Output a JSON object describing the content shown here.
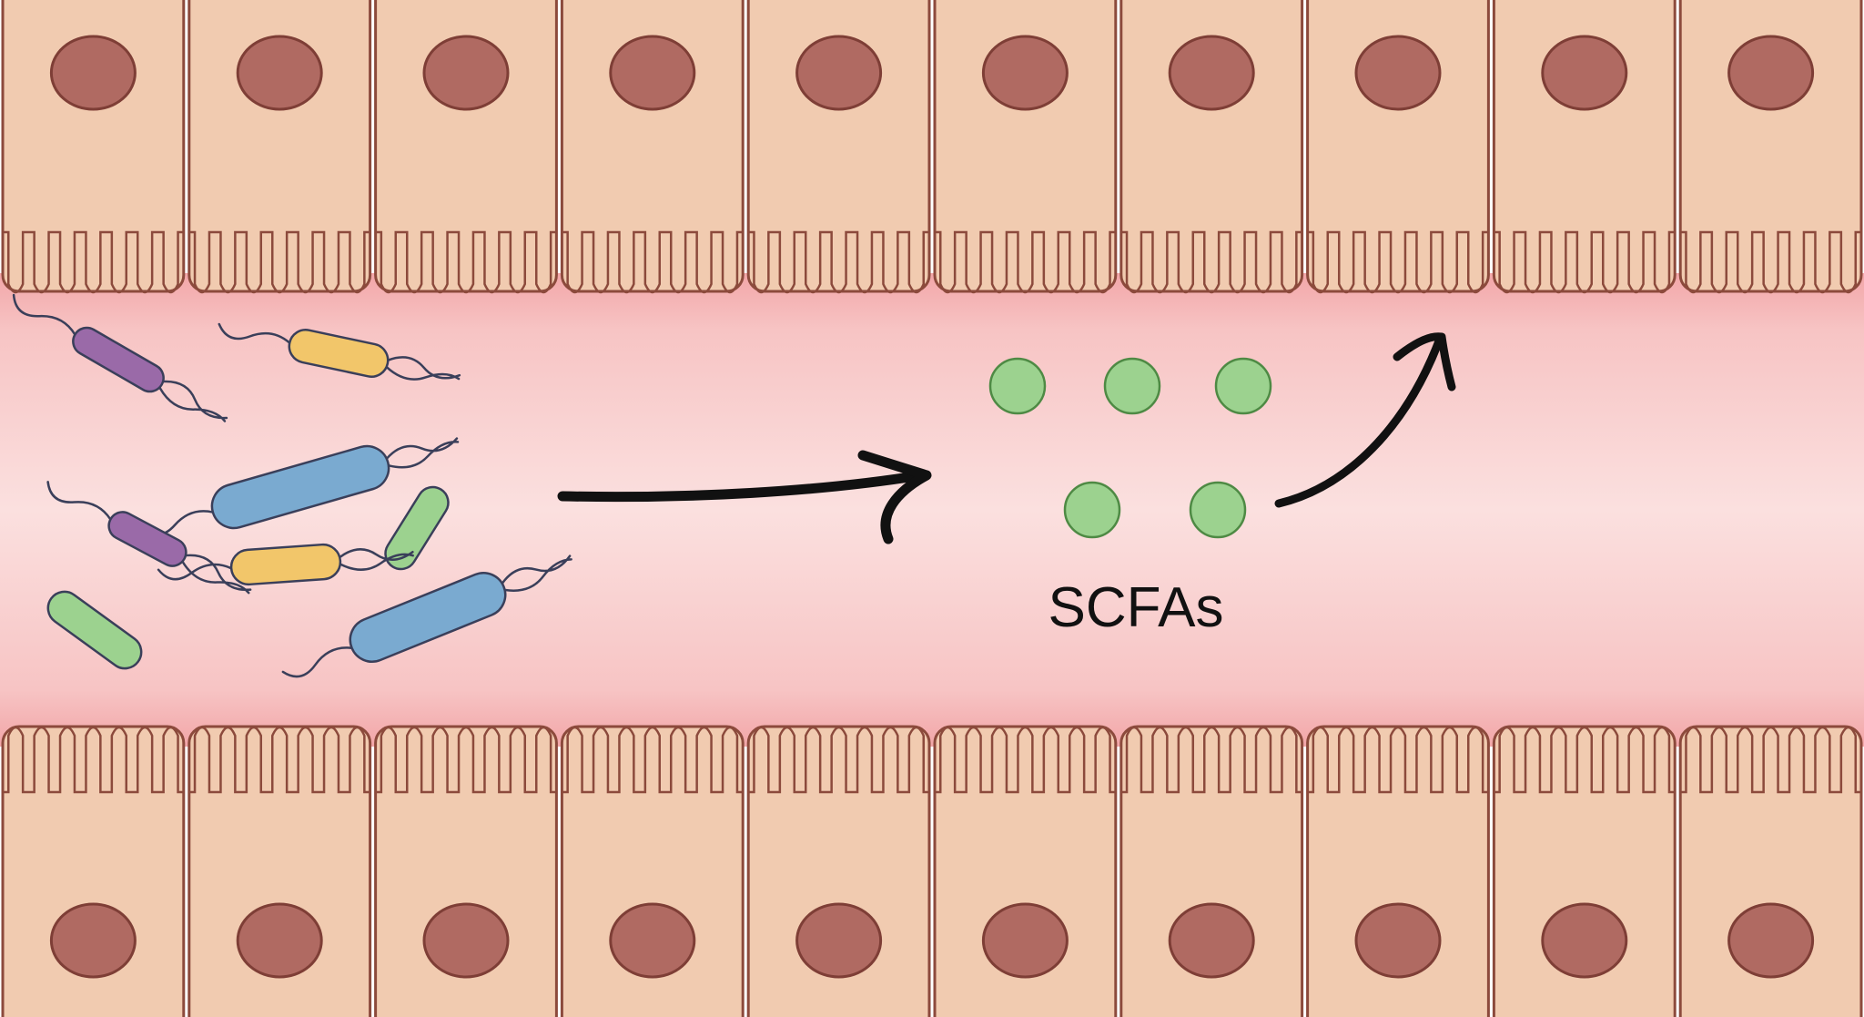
{
  "diagram": {
    "label": "SCFAs",
    "colors": {
      "cell_fill": "#f1cbb0",
      "cell_stroke": "#8c4a3c",
      "nucleus_fill": "#b06a62",
      "nucleus_stroke": "#7e3e36",
      "lumen_edge": "#f2a6a8",
      "lumen_center": "#fbdddd",
      "scfa_fill": "#9cd28f",
      "scfa_stroke": "#4e8a44",
      "arrow": "#111111",
      "bacteria_purple": "#9a6aa8",
      "bacteria_yellow": "#f2c66a",
      "bacteria_blue": "#7aaad0",
      "bacteria_green": "#9cd28f"
    },
    "top_epithelium": {
      "cell_count": 10,
      "nuclei": 10
    },
    "bottom_epithelium": {
      "cell_count": 10,
      "nuclei": 10
    },
    "scfa_molecules_count": 5,
    "bacteria": [
      {
        "color": "purple",
        "flagella": true
      },
      {
        "color": "yellow",
        "flagella": true
      },
      {
        "color": "blue",
        "flagella": true
      },
      {
        "color": "purple",
        "flagella": true
      },
      {
        "color": "green",
        "flagella": false
      },
      {
        "color": "yellow",
        "flagella": true
      },
      {
        "color": "green",
        "flagella": false
      },
      {
        "color": "blue",
        "flagella": true
      }
    ]
  }
}
